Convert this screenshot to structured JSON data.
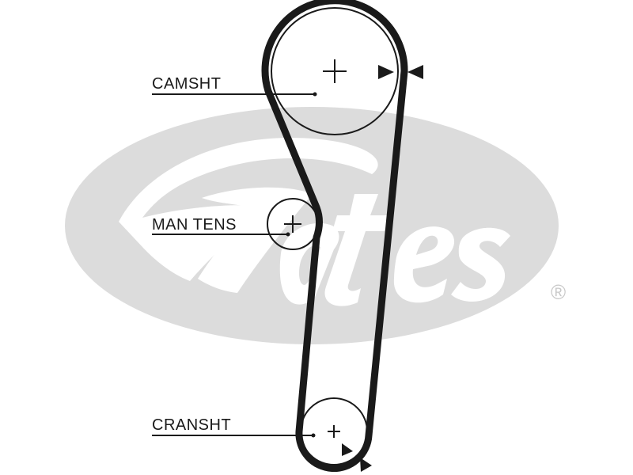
{
  "brand": {
    "logo_text": "Gates",
    "registered_mark": "®",
    "logo_color": "#dcdcdc",
    "logo_fill_color": "#ffffff"
  },
  "labels": {
    "camshaft": "CAMSHT",
    "tensioner": "MAN TENS",
    "crankshaft": "CRANSHT"
  },
  "colors": {
    "belt": "#1a1a1a",
    "pulley_outline": "#1a1a1a",
    "marker": "#1a1a1a"
  },
  "icons": {
    "center_mark": "plus-crosshair",
    "timing_mark": "triangle-arrow"
  }
}
